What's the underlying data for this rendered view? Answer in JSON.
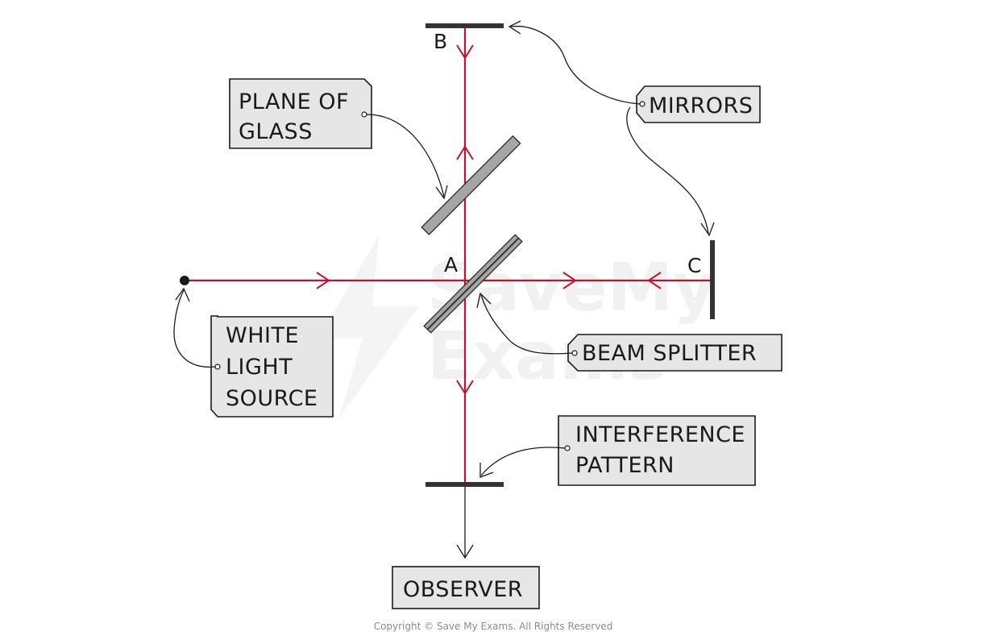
{
  "labels": {
    "plane_of_glass": [
      "PLANE OF",
      "GLASS"
    ],
    "mirrors": "MIRRORS",
    "white_light_source": [
      "WHITE",
      "LIGHT",
      "SOURCE"
    ],
    "beam_splitter": "BEAM SPLITTER",
    "interference_pattern": [
      "INTERFERENCE",
      "PATTERN"
    ],
    "observer": "OBSERVER"
  },
  "points": {
    "a": "A",
    "b": "B",
    "c": "C"
  },
  "watermark": [
    "SaveMy",
    "Exams"
  ],
  "copyright": "Copyright © Save My Exams. All Rights Reserved",
  "colors": {
    "ray": "#c8102e",
    "tag_fill": "#e6e6e6",
    "mirror": "#333333",
    "glass": "#a6a6a6"
  }
}
